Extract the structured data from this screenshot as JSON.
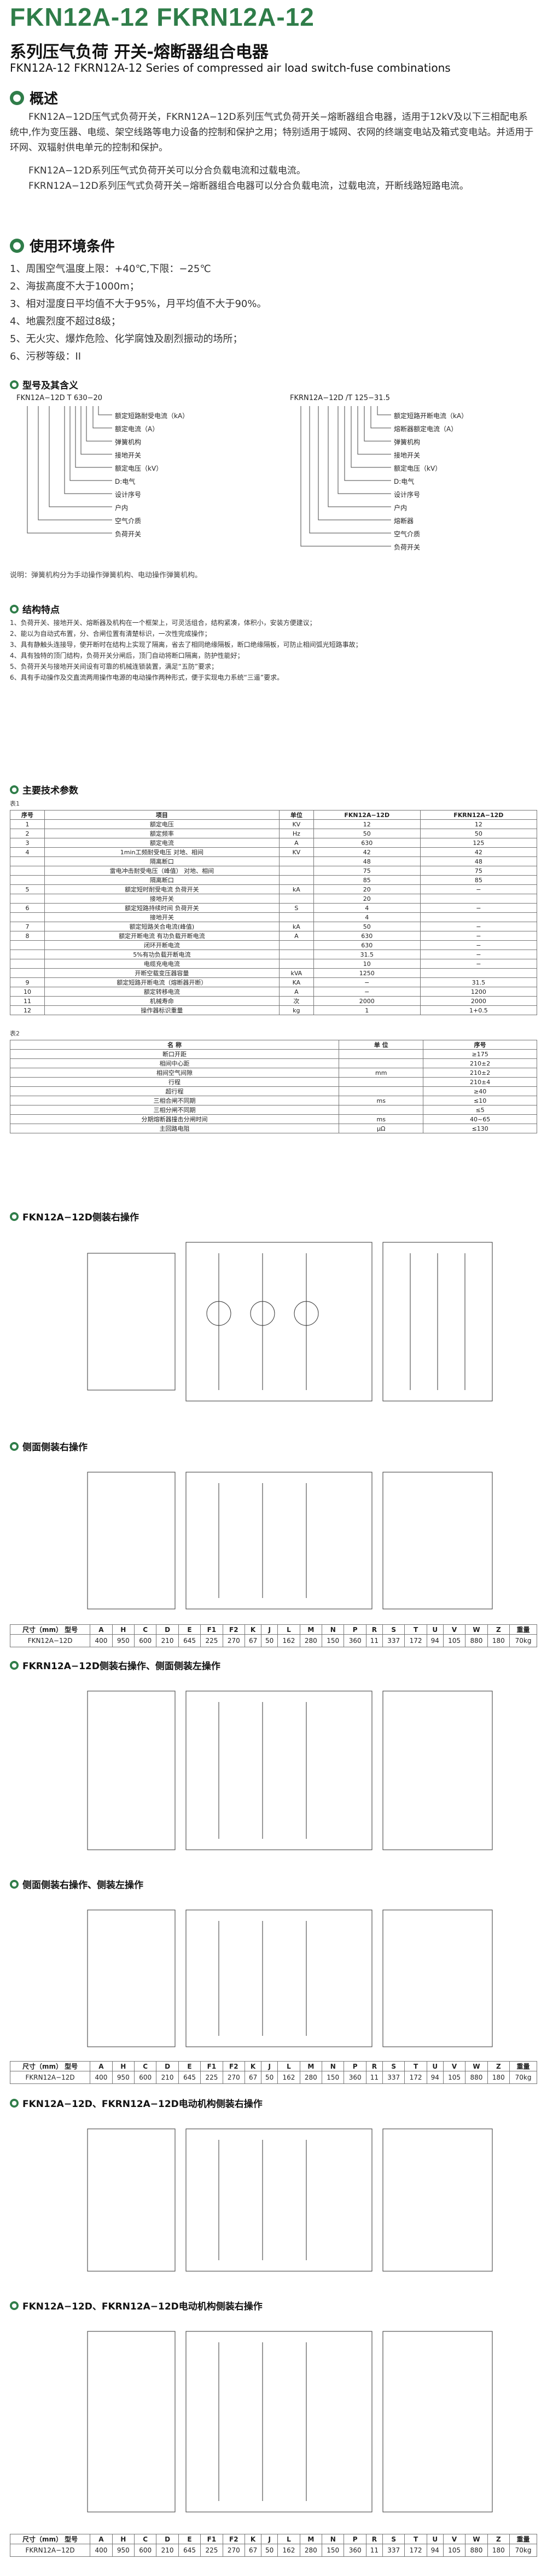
{
  "header": {
    "title": "FKN12A-12  FKRN12A-12",
    "subtitle": "系列压气负荷 开关-熔断器组合电器",
    "en_title": "FKN12A-12 FKRN12A-12 Series of compressed  air load switch-fuse combinations"
  },
  "overview": {
    "heading": "概述",
    "p1": "FKN12A−12D压气式负荷开关，FKRN12A−12D系列压气式负荷开关−熔断器组合电器，适用于12kV及以下三相配电系统中,作为变压器、电缆、架空线路等电力设备的控制和保护之用；特别适用于城网、农网的终端变电站及箱式变电站。并适用于环网、双辐射供电单元的控制和保护。",
    "p2": "FKN12A−12D系列压气式负荷开关可以分合负载电流和过载电流。",
    "p3": "FKRN12A−12D系列压气式负荷开关−熔断器组合电器可以分合负载电流，过载电流，开断线路短路电流。"
  },
  "env": {
    "heading": "使用环境条件",
    "items": [
      "1、周围空气温度上限：+40℃,下限：−25℃",
      "2、海拔高度不大于1000m；",
      "3、相对湿度日平均值不大于95%，月平均值不大于90%。",
      "4、地震烈度不超过8级；",
      "5、无火灾、爆炸危险、化学腐蚀及剧烈振动的场所；",
      "6、污秽等级：II"
    ]
  },
  "model": {
    "heading": "型号及其含义",
    "left_code": "FKN12A−12D T 630−20",
    "left_labels": [
      "额定短路耐受电流（kA）",
      "额定电流（A）",
      "弹簧机构",
      "接地开关",
      "额定电压（kV）",
      "D:电气",
      "设计序号",
      "户内",
      "空气介质",
      "负荷开关"
    ],
    "right_code": "FKRN12A−12D /T 125−31.5",
    "right_labels": [
      "额定短路开断电流（kA）",
      "熔断器额定电流（A）",
      "弹簧机构",
      "接地开关",
      "额定电压（kV）",
      "D:电气",
      "设计序号",
      "户内",
      "熔断器",
      "空气介质",
      "负荷开关"
    ],
    "note": "说明：弹簧机构分为手动操作弹簧机构、电动操作弹簧机构。"
  },
  "structure": {
    "heading": "结构特点",
    "items": [
      "1、负荷开关、接地开关、熔断器及机构在一个框架上，可灵活组合，结构紧凑，体积小，安装方便建议；",
      "2、能以为自动式布置，分、合闸位置有清楚标识，一次性完成操作；",
      "3、具有静触头连接导，使开断时在结构上实现了隔离，省去了相同绝缘隔板，断口绝缘隔板，可防止相间弧光短路事故；",
      "4、具有独特的顶门结构，负荷开关分闸后，顶门自动将断口隔离，防护性能好；",
      "5、负荷开关与接地开关间设有可靠的机械连锁装置，满足“五防”要求；",
      "6、具有手动操作及交直流两用操作电源的电动操作两种形式，便于实现电力系统“三遥”要求。"
    ]
  },
  "params": {
    "heading": "主要技术参数",
    "table1_caption": "表1",
    "table1_headers": [
      "序号",
      "项目",
      "单位",
      "FKN12A−12D",
      "FKRN12A−12D"
    ],
    "table1_rows": [
      [
        "1",
        "额定电压",
        "KV",
        "12",
        "12"
      ],
      [
        "2",
        "额定频率",
        "Hz",
        "50",
        "50"
      ],
      [
        "3",
        "额定电流",
        "A",
        "630",
        "125"
      ],
      [
        "4",
        "1min工频耐受电压 对地、相间",
        "KV",
        "42",
        "42"
      ],
      [
        "",
        "隔离断口",
        "",
        "48",
        "48"
      ],
      [
        "",
        "雷电冲击耐受电压（峰值） 对地、相间",
        "",
        "75",
        "75"
      ],
      [
        "",
        "隔离断口",
        "",
        "85",
        "85"
      ],
      [
        "5",
        "额定短时耐受电流 负荷开关",
        "kA",
        "20",
        "−"
      ],
      [
        "",
        "接地开关",
        "",
        "20",
        ""
      ],
      [
        "6",
        "额定短路持续时间 负荷开关",
        "S",
        "4",
        "−"
      ],
      [
        "",
        "接地开关",
        "",
        "4",
        ""
      ],
      [
        "7",
        "额定短路关合电流(峰值)",
        "kA",
        "50",
        "−"
      ],
      [
        "8",
        "额定开断电流 有功负载开断电流",
        "A",
        "630",
        "−"
      ],
      [
        "",
        "闭环开断电流",
        "",
        "630",
        "−"
      ],
      [
        "",
        "5%有功负载开断电流",
        "",
        "31.5",
        "−"
      ],
      [
        "",
        "电缆充电电流",
        "",
        "10",
        "−"
      ],
      [
        "",
        "开断空载变压器容量",
        "kVA",
        "1250",
        ""
      ],
      [
        "9",
        "额定短路开断电流（熔断器开断）",
        "KA",
        "−",
        "31.5"
      ],
      [
        "10",
        "额定转移电流",
        "A",
        "−",
        "1200"
      ],
      [
        "11",
        "机械寿命",
        "次",
        "2000",
        "2000"
      ],
      [
        "12",
        "操作器标识重量",
        "kg",
        "1",
        "1+0.5"
      ]
    ],
    "table2_caption": "表2",
    "table2_headers": [
      "名 称",
      "单 位",
      "序号"
    ],
    "table2_rows": [
      [
        "断口开距",
        "",
        "≥175"
      ],
      [
        "相间中心距",
        "",
        "210±2"
      ],
      [
        "相间空气间隙",
        "mm",
        "210±2"
      ],
      [
        "行程",
        "",
        "210±4"
      ],
      [
        "超行程",
        "",
        "≥40"
      ],
      [
        "三相合闸不同期",
        "ms",
        "≤10"
      ],
      [
        "三相分闸不同期",
        "",
        "≤5"
      ],
      [
        "分期熔断器撞击分闸时间",
        "ms",
        "40~65"
      ],
      [
        "主回路电阻",
        "μΩ",
        "≤130"
      ]
    ]
  },
  "sections": {
    "s1": "FKN12A−12D侧装右操作",
    "s2": "侧面侧装右操作",
    "s3": "FKRN12A−12D侧装右操作、侧面侧装左操作",
    "s4": "侧面侧装右操作、侧装左操作",
    "s5": "FKN12A−12D、FKRN12A−12D电动机构侧装右操作",
    "s6": "FKN12A−12D、FKRN12A−12D电动机构侧装右操作"
  },
  "dim_tables": {
    "headers": [
      "型号",
      "A",
      "H",
      "C",
      "D",
      "E",
      "F1",
      "F2",
      "K",
      "J",
      "L",
      "M",
      "N",
      "P",
      "R",
      "S",
      "T",
      "U",
      "V",
      "W",
      "Z",
      "重量"
    ],
    "t1": [
      "FKN12A−12D",
      "400",
      "950",
      "600",
      "210",
      "645",
      "225",
      "270",
      "67",
      "50",
      "162",
      "280",
      "150",
      "360",
      "11",
      "337",
      "172",
      "94",
      "105",
      "880",
      "180",
      "70kg"
    ],
    "t2": [
      "FKRN12A−12D",
      "400",
      "950",
      "600",
      "210",
      "645",
      "225",
      "270",
      "67",
      "50",
      "162",
      "280",
      "150",
      "360",
      "11",
      "337",
      "172",
      "94",
      "105",
      "880",
      "180",
      "70kg"
    ],
    "t3": [
      "FKRN12A−12D",
      "400",
      "950",
      "600",
      "210",
      "645",
      "225",
      "270",
      "67",
      "50",
      "162",
      "280",
      "150",
      "360",
      "11",
      "337",
      "172",
      "94",
      "105",
      "880",
      "180",
      "70kg"
    ],
    "corner": "尺寸（mm）"
  }
}
